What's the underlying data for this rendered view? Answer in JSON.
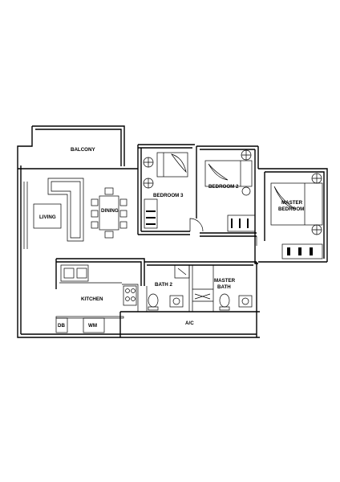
{
  "rooms": {
    "balcony": "BALCONY",
    "living": "LIVING",
    "dining": "DINING",
    "bedroom3": "BEDROOM 3",
    "bedroom2": "BEDROOM 2",
    "master_bedroom_line1": "MASTER",
    "master_bedroom_line2": "BEDROOM",
    "kitchen": "KITCHEN",
    "bath2": "BATH 2",
    "master_bath_line1": "MASTER",
    "master_bath_line2": "BATH",
    "ac": "A/C",
    "db": "DB",
    "wm": "WM"
  }
}
